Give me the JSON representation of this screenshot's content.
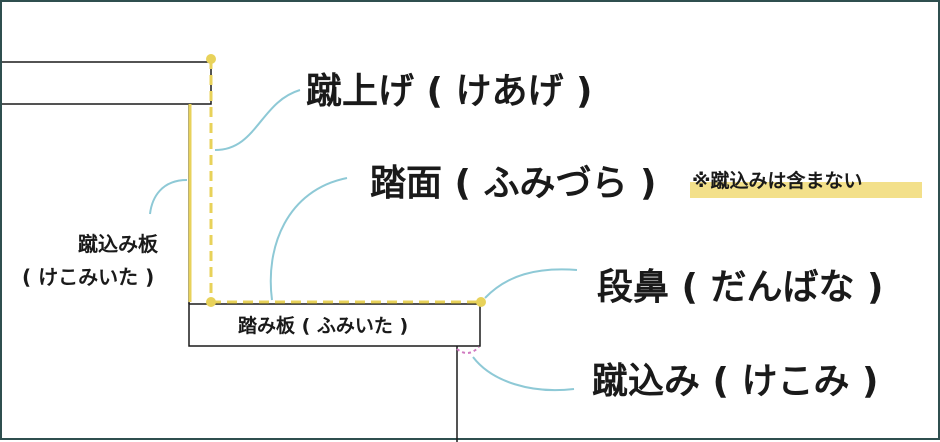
{
  "labels": {
    "riser": "蹴上げ ( けあげ )",
    "tread": "踏面 ( ふみづら )",
    "tread_note": "※蹴込みは含まない",
    "riser_board_line1": "蹴込み板",
    "riser_board_line2": "( けこみいた )",
    "tread_board": "踏み板 ( ふみいた )",
    "nosing": "段鼻 ( だんばな )",
    "kick_in": "蹴込み ( けこみ )"
  },
  "colors": {
    "line": "#1a1a1a",
    "dimension": "#e8d25a",
    "leader": "#8ec9d6",
    "highlight": "#f3e08a",
    "marker": "#d07ac0",
    "frame": "#2f4f4f"
  }
}
